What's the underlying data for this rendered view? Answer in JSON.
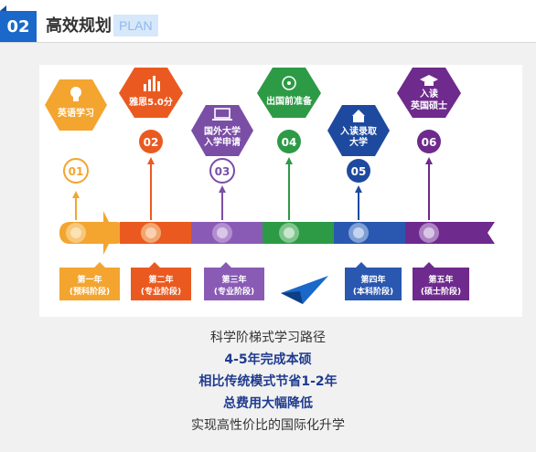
{
  "header": {
    "number": "02",
    "title": "高效规划",
    "tag": "PLAN"
  },
  "roadmap": {
    "hexes": [
      {
        "icon": "lightbulb-icon",
        "label": "英语学习",
        "color": "#f3a530"
      },
      {
        "icon": "bar-chart-icon",
        "label": "雅思5.0分",
        "color": "#ea5a20"
      },
      {
        "icon": "laptop-icon",
        "label_1": "国外大学",
        "label_2": "入学申请",
        "color": "#7b4ea6"
      },
      {
        "icon": "compass-icon",
        "label": "出国前准备",
        "color": "#2d9a46"
      },
      {
        "icon": "house-icon",
        "label_1": "入读录取",
        "label_2": "大学",
        "color": "#1d4a9e"
      },
      {
        "icon": "graduation-cap-icon",
        "label_1": "入读",
        "label_2": "英国硕士",
        "color": "#6e2a8c"
      }
    ],
    "steps": [
      "01",
      "02",
      "03",
      "04",
      "05",
      "06"
    ],
    "years": [
      {
        "line_1": "第一年",
        "line_2": "(预科阶段)"
      },
      {
        "line_1": "第二年",
        "line_2": "(专业阶段)"
      },
      {
        "line_1": "第三年",
        "line_2": "(专业阶段)"
      },
      {
        "line_1": "第四年",
        "line_2": "(本科阶段)"
      },
      {
        "line_1": "第五年",
        "line_2": "(硕士阶段)"
      }
    ]
  },
  "captions": {
    "line_1": "科学阶梯式学习路径",
    "line_2": "4-5年完成本硕",
    "line_3": "相比传统模式节省1-2年",
    "line_4": "总费用大幅降低",
    "line_5": "实现高性价比的国际化升学"
  }
}
